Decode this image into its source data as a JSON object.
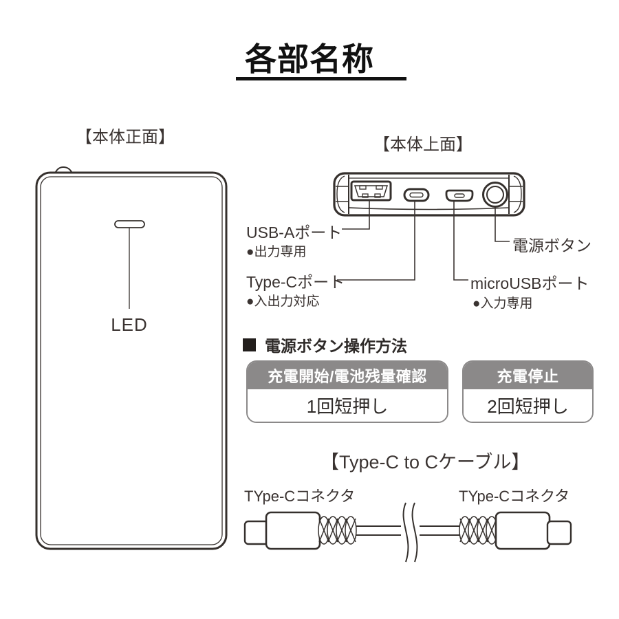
{
  "title": "各部名称",
  "front_view": {
    "label": "【本体正面】",
    "led": "LED"
  },
  "top_view": {
    "label": "【本体上面】",
    "usb_a": {
      "name": "USB-Aポート",
      "note": "●出力専用"
    },
    "type_c": {
      "name": "Type-Cポート",
      "note": "●入出力対応"
    },
    "micro_usb": {
      "name": "microUSBポート",
      "note": "●入力専用"
    },
    "power": {
      "name": "電源ボタン"
    }
  },
  "operation": {
    "heading": "電源ボタン操作方法",
    "boxes": [
      {
        "header": "充電開始/電池残量確認",
        "action": "1回短押し"
      },
      {
        "header": "充電停止",
        "action": "2回短押し"
      }
    ]
  },
  "cable": {
    "label": "【Type-C to Cケーブル】",
    "connector_left": "TYpe-Cコネクタ",
    "connector_right": "TYpe-Cコネクタ"
  },
  "colors": {
    "ink": "#3a3331",
    "line_art": "#35302d",
    "box_gray": "#8b8989",
    "title_black": "#111111"
  }
}
